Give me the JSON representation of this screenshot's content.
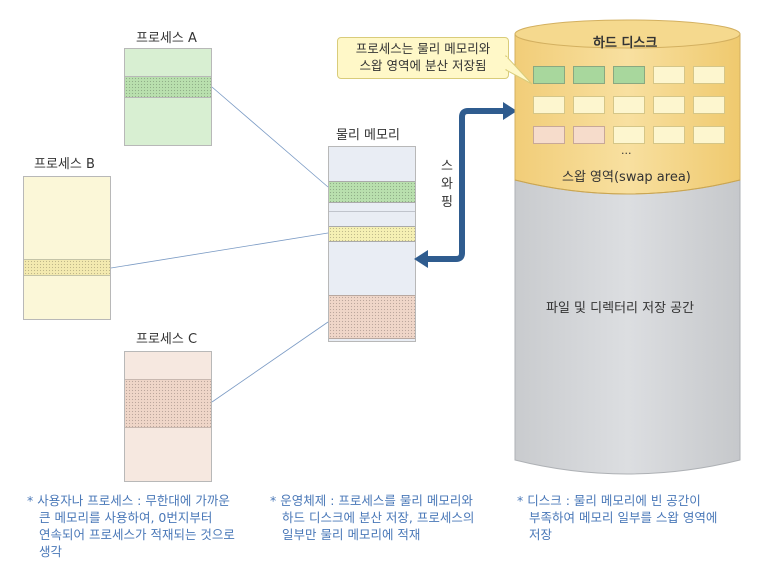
{
  "process_a": {
    "label": "프로세스 A"
  },
  "process_b": {
    "label": "프로세스 B"
  },
  "process_c": {
    "label": "프로세스 C"
  },
  "physical_memory": {
    "label": "물리 메모리"
  },
  "swapping": {
    "label_chars": [
      "스",
      "와",
      "핑"
    ]
  },
  "disk": {
    "title": "하드 디스크",
    "swap_area_label": "스왑 영역(swap area)",
    "ellipsis": "...",
    "file_space_label": "파일 및 디렉터리 저장 공간"
  },
  "callout": {
    "lines": [
      "프로세스는 물리 메모리와",
      "스왑 영역에 분산 저장됨"
    ]
  },
  "notes": {
    "user": [
      "* 사용자나 프로세스 : 무한대에 가까운",
      "큰 메모리를 사용하여, 0번지부터",
      "연속되어 프로세스가 적재되는 것으로",
      "생각"
    ],
    "os": [
      "* 운영체제 : 프로세스를 물리 메모리와",
      "하드 디스크에 분산 저장, 프로세스의",
      "일부만 물리 메모리에 적재"
    ],
    "disk": [
      "* 디스크 : 물리 메모리에 빈 공간이",
      "부족하여 메모리 일부를 스왑 영역에",
      "저장"
    ]
  },
  "colors": {
    "process_a": "#d8efd2",
    "process_b": "#fbf7d8",
    "process_c": "#f6e8e0",
    "memory": "#e9edf4",
    "disk_top": "#f3d486",
    "disk_body": "#d5d7da",
    "arrow": "#2f5c8f",
    "note_text": "#4a78b8"
  }
}
